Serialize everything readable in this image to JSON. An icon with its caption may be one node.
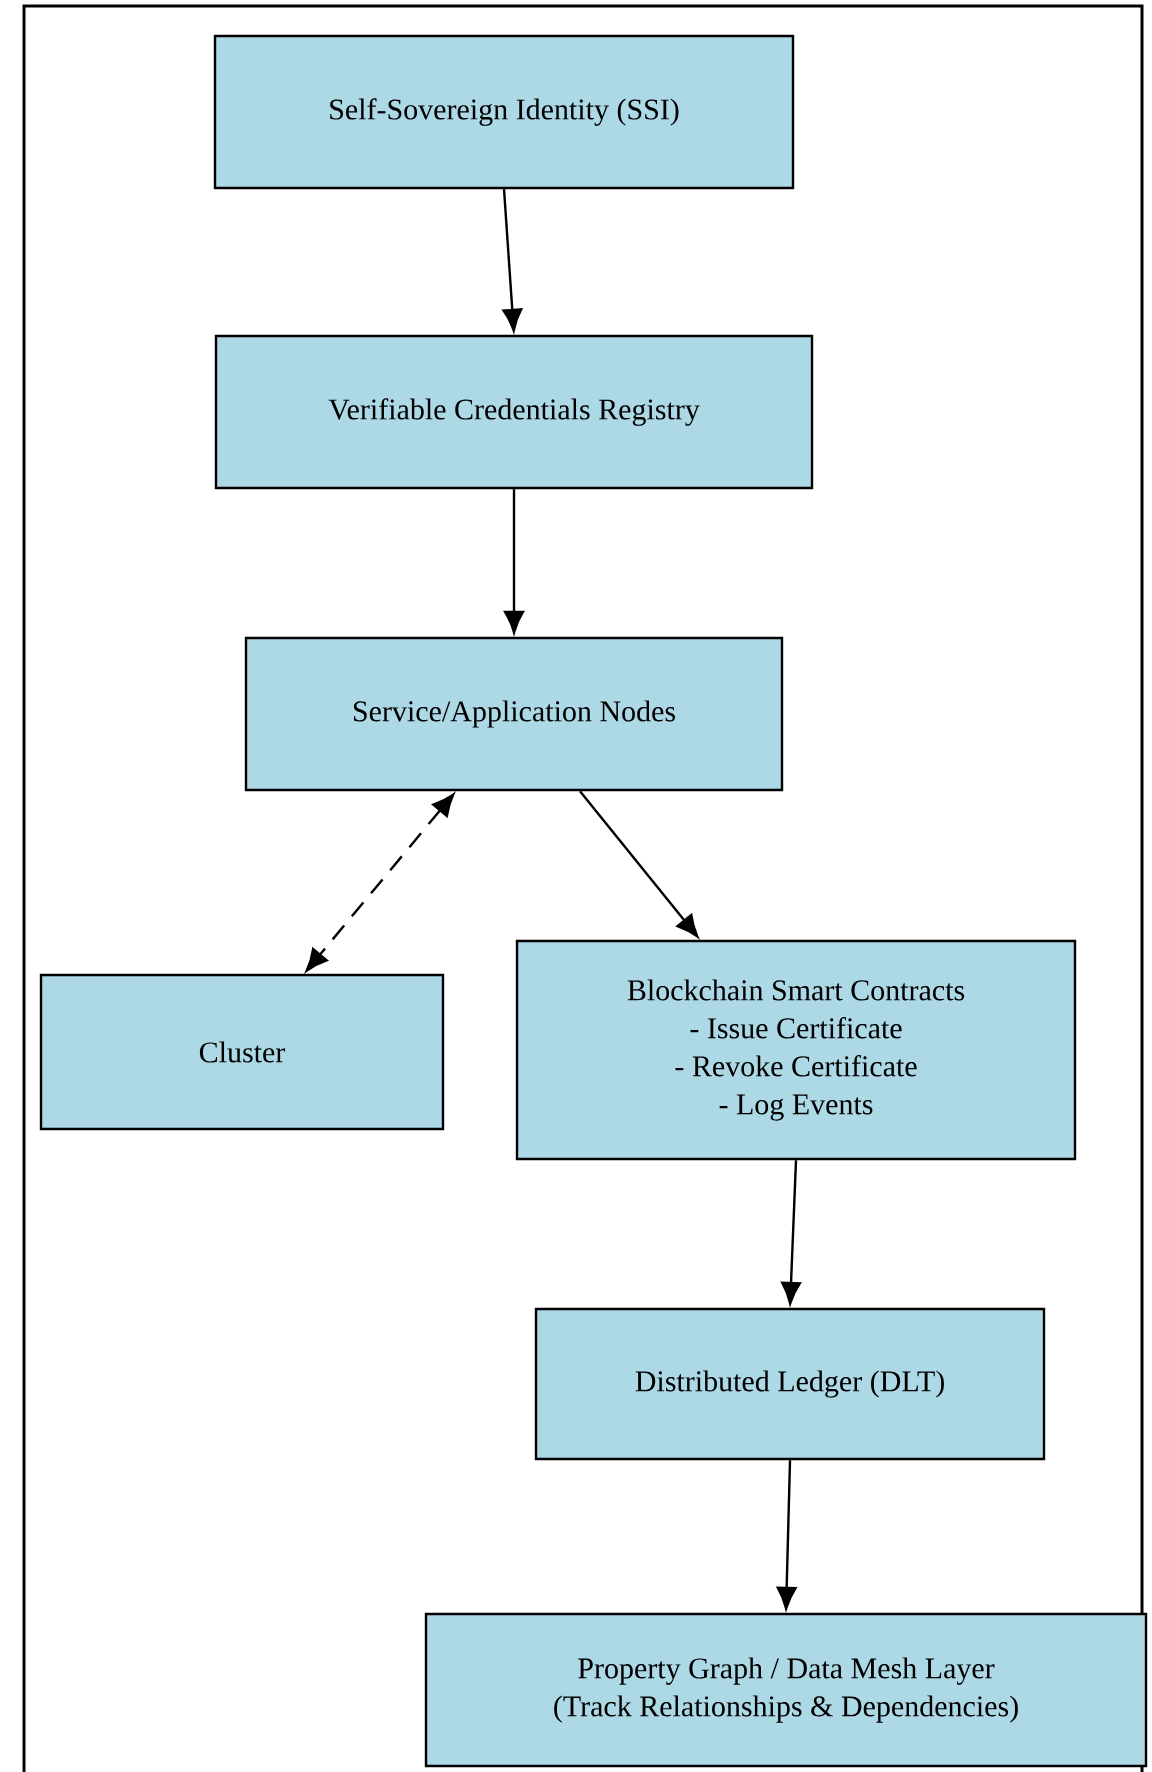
{
  "diagram": {
    "nodes": [
      {
        "text": [
          "Self-Sovereign Identity (SSI)"
        ]
      },
      {
        "text": [
          "Verifiable Credentials Registry"
        ]
      },
      {
        "text": [
          "Service/Application Nodes"
        ]
      },
      {
        "text": [
          "Cluster"
        ]
      },
      {
        "text": [
          "Blockchain Smart Contracts",
          "- Issue Certificate",
          "- Revoke Certificate",
          "- Log Events"
        ]
      },
      {
        "text": [
          "Distributed Ledger (DLT)"
        ]
      },
      {
        "text": [
          "Property Graph / Data Mesh Layer",
          "(Track Relationships & Dependencies)"
        ]
      }
    ],
    "edges": [
      {
        "from": 0,
        "to": 1,
        "arrow": "to"
      },
      {
        "from": 1,
        "to": 2,
        "arrow": "to"
      },
      {
        "from": 2,
        "to": 3,
        "arrow": "both",
        "style": "dashed"
      },
      {
        "from": 2,
        "to": 4,
        "arrow": "to"
      },
      {
        "from": 4,
        "to": 5,
        "arrow": "to"
      },
      {
        "from": 5,
        "to": 6,
        "arrow": "to"
      }
    ]
  }
}
